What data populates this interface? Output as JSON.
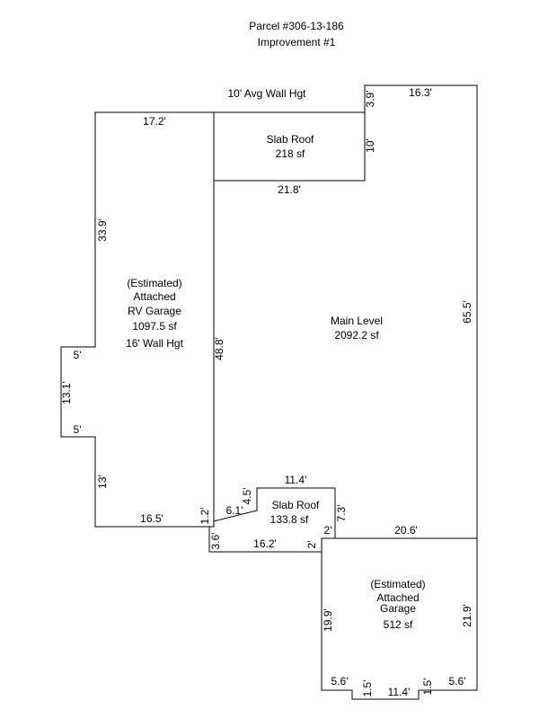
{
  "header": {
    "parcel": "Parcel #306-13-186",
    "improvement": "Improvement #1"
  },
  "wall_height_note": "10' Avg Wall Hgt",
  "areas": {
    "main_level": {
      "name": "Main Level",
      "area": "2092.2 sf"
    },
    "slab_roof_top": {
      "name": "Slab Roof",
      "area": "218 sf"
    },
    "slab_roof_small": {
      "name": "Slab Roof",
      "area": "133.8 sf"
    },
    "rv_garage": {
      "line1": "(Estimated)",
      "line2": "Attached",
      "line3": "RV Garage",
      "area": "1097.5 sf",
      "note": "16' Wall Hgt"
    },
    "garage": {
      "line1": "(Estimated)",
      "line2": "Attached",
      "line3": "Garage",
      "area": "512 sf"
    }
  },
  "dimensions": {
    "rv_top": "17.2'",
    "rv_left_upper": "33.9'",
    "rv_bump_top": "5'",
    "rv_bump_side": "13.1'",
    "rv_bump_bottom": "5'",
    "rv_left_lower": "13'",
    "rv_bottom": "16.5'",
    "rv_right_stub": "1.2'",
    "wall_left": "48.8'",
    "slab_bottom": "21.8'",
    "slab_right": "10'",
    "step_up": "3.9'",
    "main_top": "16.3'",
    "main_right": "65.5'",
    "notch_left": "4.5'",
    "notch_step": "6.1'",
    "notch_top": "11.4'",
    "notch_right": "7.3'",
    "notch_bottom_stub": "2'",
    "garage_top": "20.6'",
    "lower_left_stub": "3.6'",
    "lower_bottom": "16.2'",
    "lower_right_stub": "2'",
    "garage_left": "19.9'",
    "garage_right": "21.9'",
    "garage_bottom_left": "5.6'",
    "garage_jog_left": "1.5'",
    "garage_bottom_mid": "11.4'",
    "garage_jog_right": "1.5'",
    "garage_bottom_right": "5.6'"
  }
}
